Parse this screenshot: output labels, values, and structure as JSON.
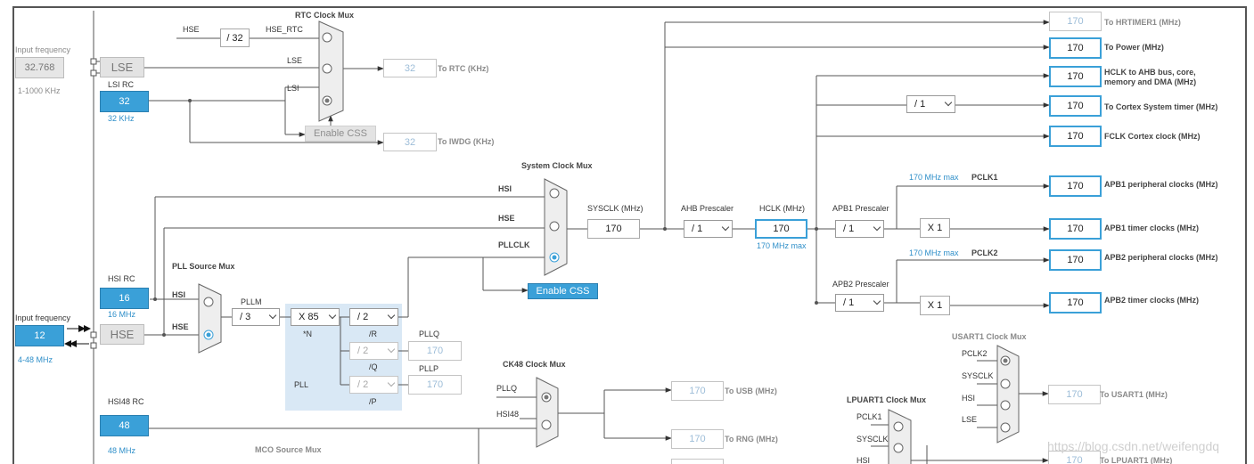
{
  "labels": {
    "input_freq_lse": "Input frequency",
    "range_lse": "1-1000 KHz",
    "lsi_rc": "LSI RC",
    "lsi_khz": "32 KHz",
    "hsi_rc": "HSI RC",
    "hsi_mhz": "16 MHz",
    "input_freq_hse": "Input frequency",
    "range_hse": "4-48 MHz",
    "hsi48_rc": "HSI48 RC",
    "hsi48_mhz": "48 MHz",
    "rtc_mux": "RTC Clock Mux",
    "hse": "HSE",
    "hse_rtc": "HSE_RTC",
    "lse": "LSE",
    "lsi": "LSI",
    "to_rtc": "To RTC (KHz)",
    "to_iwdg": "To IWDG (KHz)",
    "sys_mux": "System Clock Mux",
    "hsi": "HSI",
    "hse_sys": "HSE",
    "pllclk": "PLLCLK",
    "sysclk": "SYSCLK (MHz)",
    "ahb_presc": "AHB Prescaler",
    "hclk": "HCLK (MHz)",
    "hclk_max": "170 MHz max",
    "apb1_presc": "APB1 Prescaler",
    "apb2_presc": "APB2 Prescaler",
    "apb1_max": "170 MHz max",
    "apb2_max": "170 MHz max",
    "pclk1": "PCLK1",
    "pclk2": "PCLK2",
    "pll_src_mux": "PLL Source Mux",
    "pll_hsi": "HSI",
    "pll_hse": "HSE",
    "pllm": "PLLM",
    "n": "*N",
    "r": "/R",
    "q": "/Q",
    "p": "/P",
    "pll": "PLL",
    "pllq": "PLLQ",
    "pllp": "PLLP",
    "ck48_mux": "CK48 Clock Mux",
    "ck48_pllq": "PLLQ",
    "ck48_hsi48": "HSI48",
    "to_usb": "To USB (MHz)",
    "to_rng": "To RNG (MHz)",
    "mco_mux": "MCO Source Mux",
    "usart1_mux": "USART1 Clock Mux",
    "us_pclk2": "PCLK2",
    "us_sysclk": "SYSCLK",
    "us_hsi": "HSI",
    "us_lse": "LSE",
    "to_usart1": "To USART1 (MHz)",
    "lpuart1_mux": "LPUART1 Clock Mux",
    "lp_pclk1": "PCLK1",
    "lp_sysclk": "SYSCLK",
    "lp_hsi": "HSI",
    "to_lpuart1": "To LPUART1 (MHz)",
    "watermark": "https://blog.csdn.net/weifengdq"
  },
  "oscillators": {
    "lse_input": "32.768",
    "lse": "LSE",
    "lsi": "32",
    "hsi": "16",
    "hse_input": "12",
    "hse": "HSE",
    "hsi48": "48"
  },
  "values": {
    "rtc": "32",
    "iwdg": "32",
    "sysclk": "170",
    "hclk": "170",
    "pllq": "170",
    "pllp": "170",
    "usb": "170",
    "rng": "170",
    "usart1": "170",
    "lpuart1": "170",
    "x1_apb1": "X 1",
    "x1_apb2": "X 1"
  },
  "dividers": {
    "hse_rtc": "/ 32",
    "pllm": "/ 3",
    "n": "X 85",
    "r": "/ 2",
    "q": "/ 2",
    "p": "/ 2",
    "ahb": "/ 1",
    "cortex": "/ 1",
    "apb1": "/ 1",
    "apb2": "/ 1"
  },
  "buttons": {
    "rtc_css": "Enable CSS",
    "sys_css": "Enable CSS"
  },
  "outputs": [
    {
      "value": "170",
      "label": "To HRTIMER1 (MHz)",
      "dim": true
    },
    {
      "value": "170",
      "label": "To Power (MHz)",
      "dim": false
    },
    {
      "value": "170",
      "label": "HCLK to AHB bus, core, memory and DMA (MHz)",
      "dim": false
    },
    {
      "value": "170",
      "label": "To Cortex System timer (MHz)",
      "dim": false
    },
    {
      "value": "170",
      "label": "FCLK Cortex clock (MHz)",
      "dim": false
    },
    {
      "value": "170",
      "label": "APB1 peripheral clocks (MHz)",
      "dim": false
    },
    {
      "value": "170",
      "label": "APB1 timer clocks (MHz)",
      "dim": false
    },
    {
      "value": "170",
      "label": "APB2 peripheral clocks (MHz)",
      "dim": false
    },
    {
      "value": "170",
      "label": "APB2 timer clocks (MHz)",
      "dim": false
    }
  ]
}
